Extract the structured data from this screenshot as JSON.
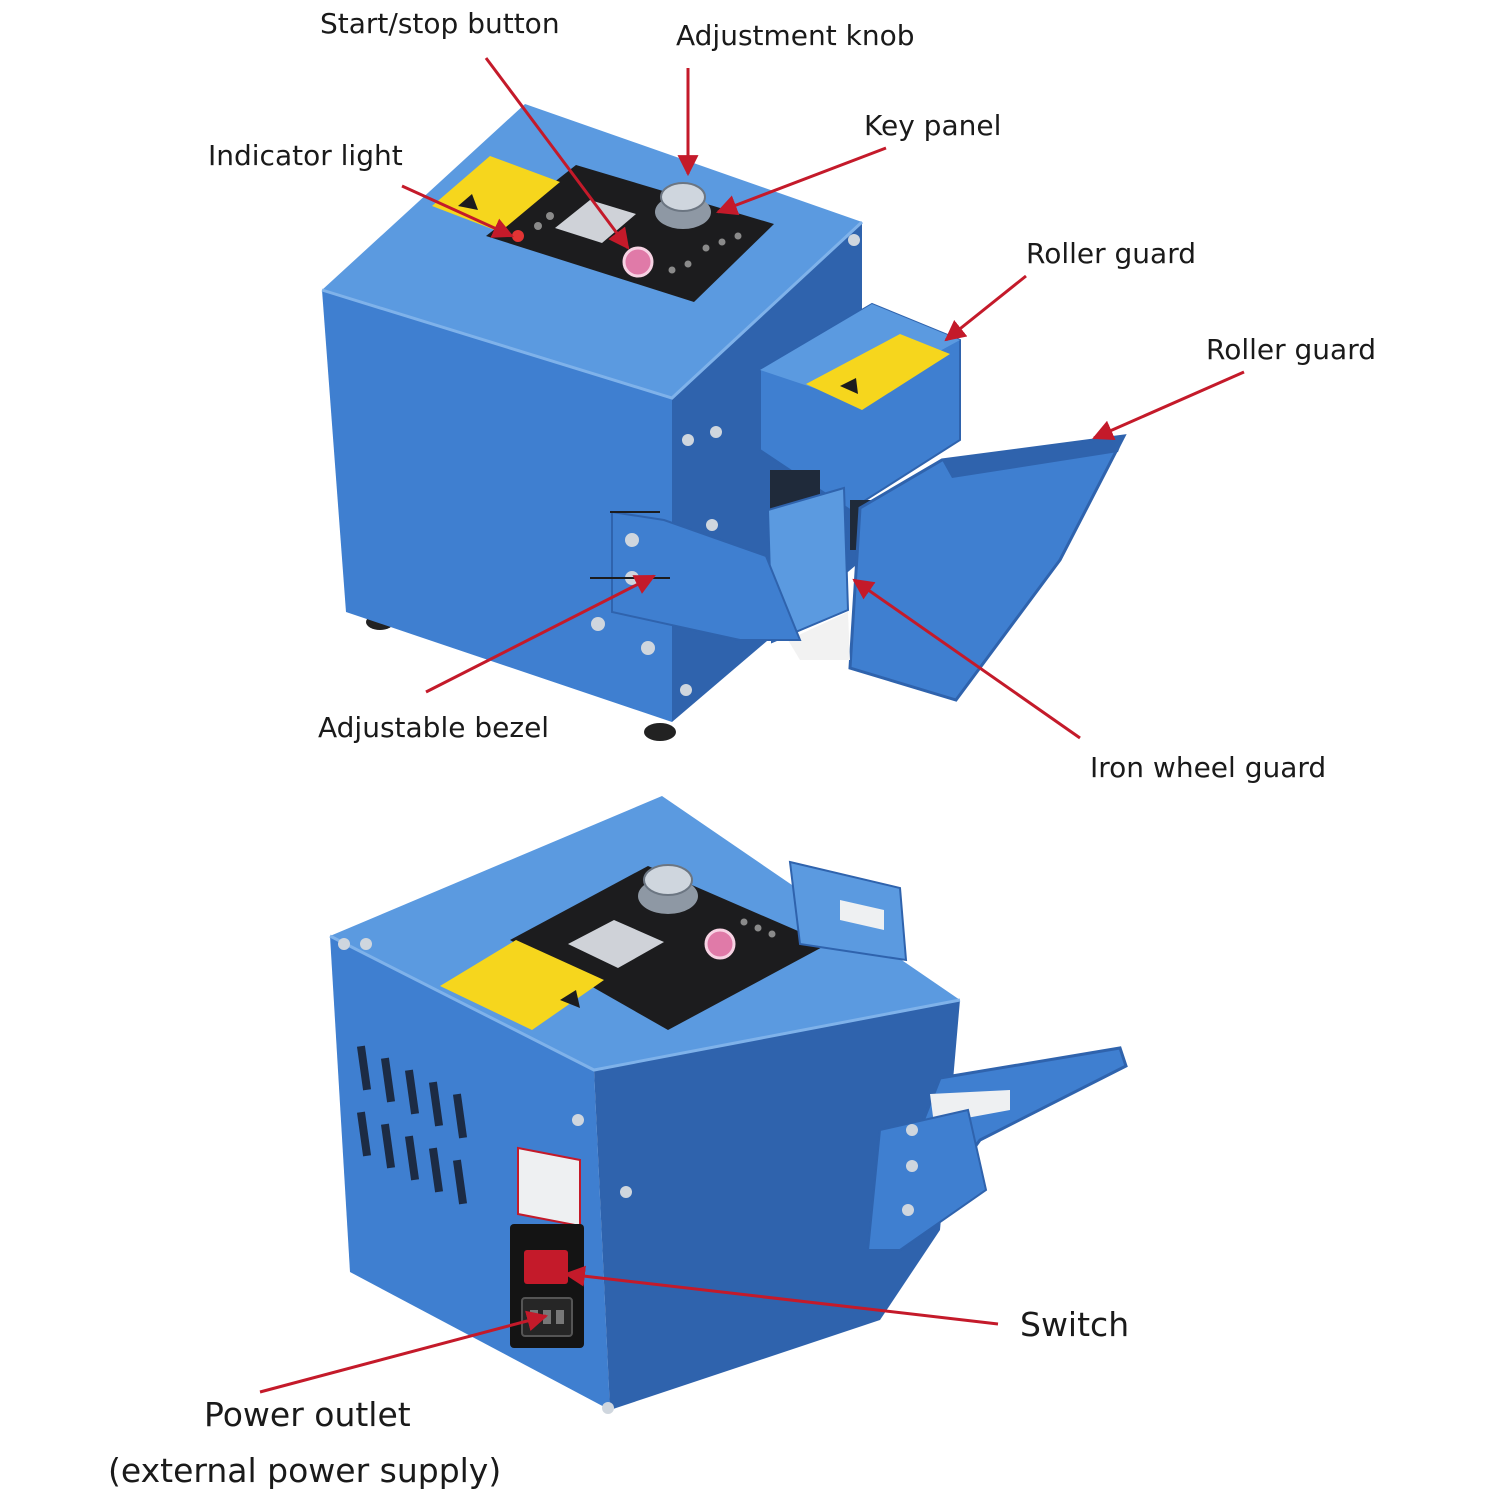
{
  "colors": {
    "machine_blue": "#3f7fd0",
    "machine_blue_dark": "#2f63ad",
    "machine_blue_light": "#5b9ae0",
    "panel_black": "#1c1c1e",
    "warning_yellow": "#f6d61d",
    "pointer_red": "#c41a2a",
    "button_pink": "#e07aa8"
  },
  "labels": {
    "start_stop_button": "Start/stop button",
    "adjustment_knob": "Adjustment knob",
    "key_panel": "Key panel",
    "indicator_light": "Indicator light",
    "roller_guard_1": "Roller guard",
    "roller_guard_2": "Roller guard",
    "adjustable_bezel": "Adjustable bezel",
    "iron_wheel_guard": "Iron wheel guard",
    "switch": "Switch",
    "power_outlet_line1": "Power outlet",
    "power_outlet_line2": "(external power supply)"
  }
}
